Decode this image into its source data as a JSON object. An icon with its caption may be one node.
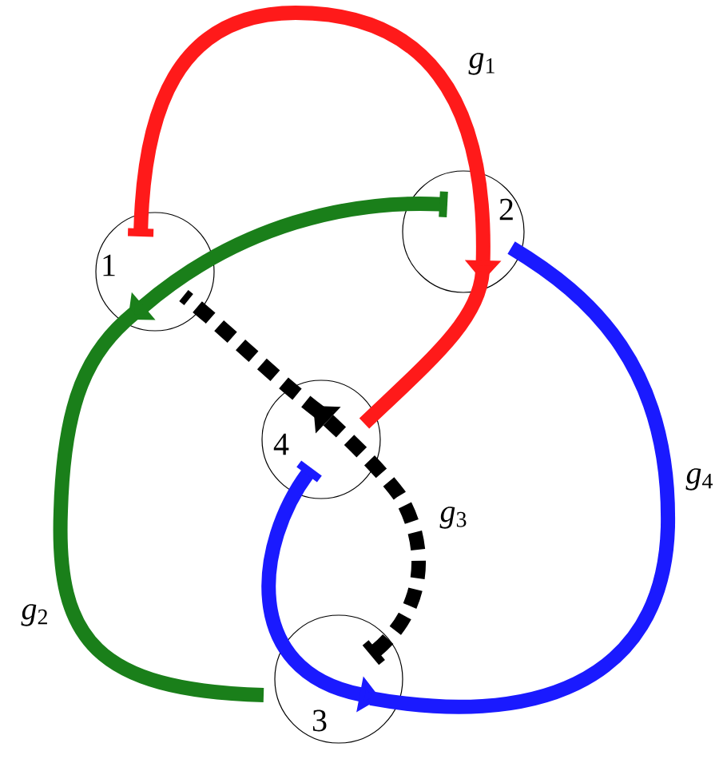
{
  "diagram": {
    "nodes": [
      {
        "text": [
          "1"
        ]
      },
      {
        "text": [
          "2"
        ]
      },
      {
        "text": [
          "3"
        ]
      },
      {
        "text": [
          "4"
        ]
      }
    ],
    "edges": [
      {
        "from": 0,
        "to": 1,
        "arrow": "to",
        "label": "*g*$_{1}$",
        "color": "#ff1a1a"
      },
      {
        "from": 1,
        "to": 3,
        "arrow": "none",
        "color": "#ff1a1a"
      },
      {
        "from": 1,
        "to": 0,
        "arrow": "to",
        "color": "#1a7f1a"
      },
      {
        "from": 0,
        "to": 2,
        "arrow": "none",
        "label": "*g*$_{2}$",
        "color": "#1a7f1a"
      },
      {
        "from": 2,
        "to": 3,
        "arrow": "to",
        "label": "*g*$_{3}$",
        "style": "dashed",
        "color": "#000000"
      },
      {
        "from": 3,
        "to": 0,
        "arrow": "none",
        "style": "dashed",
        "color": "#000000"
      },
      {
        "from": 3,
        "to": 2,
        "arrow": "to",
        "color": "#1a1aff"
      },
      {
        "from": 2,
        "to": 1,
        "arrow": "none",
        "label": "*g*$_{4}$",
        "color": "#1a1aff"
      }
    ]
  }
}
